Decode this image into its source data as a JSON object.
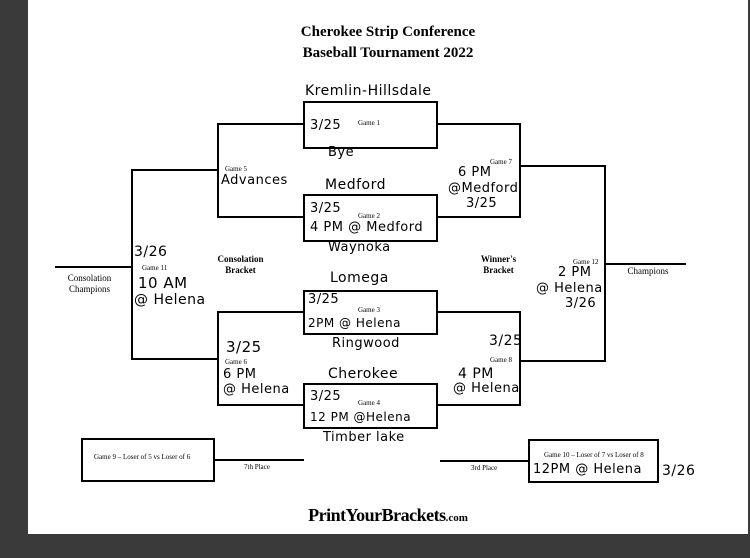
{
  "header": {
    "title_line1": "Cherokee Strip Conference",
    "title_line2": "Baseball Tournament 2022"
  },
  "games": {
    "g1": {
      "label": "Game 1",
      "top_team": "Kremlin-Hillsdale",
      "date": "3/25",
      "bottom_team": "Bye"
    },
    "g2": {
      "label": "Game 2",
      "top_team": "Medford",
      "date": "3/25",
      "time": "4 PM @ Medford",
      "bottom_team": "Waynoka"
    },
    "g3": {
      "label": "Game 3",
      "top_team": "Lomega",
      "date": "3/25",
      "time": "2PM @ Helena",
      "bottom_team": "Ringwood"
    },
    "g4": {
      "label": "Game 4",
      "top_team": "Cherokee",
      "date": "3/25",
      "time": "12 PM @Helena",
      "bottom_team": "Timber lake"
    },
    "g5": {
      "label": "Game 5",
      "note": "Advances"
    },
    "g6": {
      "label": "Game 6",
      "date": "3/25",
      "time": "6 PM",
      "place": "@ Helena"
    },
    "g7": {
      "label": "Game 7",
      "time": "6 PM",
      "place": "@Medford",
      "date": "3/25"
    },
    "g8": {
      "label": "Game 8",
      "date": "3/25",
      "time": "4 PM",
      "place": "@ Helena"
    },
    "g11": {
      "label": "Game 11",
      "date": "3/26",
      "time": "10 AM",
      "place": "@ Helena"
    },
    "g12": {
      "label": "Game 12",
      "time": "2 PM",
      "place": "@ Helena",
      "date": "3/26"
    },
    "g9": {
      "label": "Game 9 – Loser of 5 vs Loser of 6",
      "place_label": "7th Place"
    },
    "g10": {
      "label": "Game 10 – Loser of 7 vs Loser of 8",
      "time": "12PM @ Helena",
      "date": "3/26",
      "place_label": "3rd Place"
    }
  },
  "labels": {
    "consolation_bracket": "Consolation\nBracket",
    "winners_bracket": "Winner's\nBracket",
    "consolation_champions": "Consolation\nChampions",
    "champions": "Champions"
  },
  "footer": {
    "brand": "PrintYourBrackets",
    "tld": ".com"
  }
}
